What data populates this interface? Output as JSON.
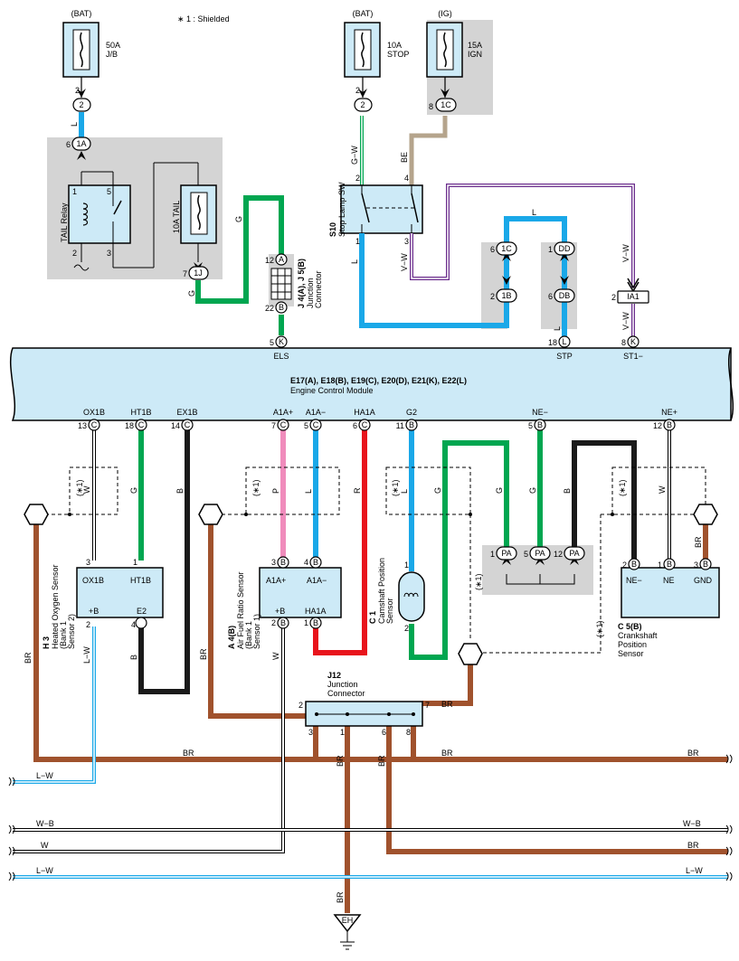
{
  "note": "∗ 1 : Shielded",
  "fuses": {
    "bat1": "(BAT)",
    "j50_1": "50A",
    "j50_2": "J/B",
    "bat2": "(BAT)",
    "stop_1": "10A",
    "stop_2": "STOP",
    "ig": "(IG)",
    "ign_1": "15A",
    "ign_2": "IGN"
  },
  "connectors": {
    "c2a": "2",
    "c2b": "2",
    "c1c": "1C",
    "c1a": "1A",
    "c1j": "1J",
    "c1c2": "1C",
    "c1b": "1B",
    "cdd": "DD",
    "cdb": "DB",
    "cia1": "IA1",
    "cA": "A",
    "cB": "B",
    "cK": "K",
    "cL": "L",
    "cK2": "K",
    "ecm_c1": "C",
    "ecm_c2": "C",
    "ecm_c3": "C",
    "ecm_c4": "C",
    "ecm_c5": "C",
    "ecm_c6": "C",
    "ecm_b1": "B",
    "ecm_b2": "B",
    "ecm_b3": "B",
    "pa1": "PA",
    "pa2": "PA",
    "pa3": "PA",
    "h3b": "B",
    "a4b1": "B",
    "a4b2": "B",
    "a4b3": "B",
    "c5b1": "B",
    "c5b2": "B",
    "c5b3": "B",
    "eh": "EH"
  },
  "tail": {
    "relay": "TAIL Relay",
    "fuse": "10A TAIL"
  },
  "stoplamp": {
    "code": "S10",
    "name": "Stop Lamp SW"
  },
  "junction_j4": {
    "code": "J 4(A), J 5(B)",
    "name1": "Junction",
    "name2": "Connector"
  },
  "ecm": {
    "line1": "E17(A), E18(B), E19(C), E20(D), E21(K), E22(L)",
    "line2": "Engine Control Module",
    "top_terms": [
      "ELS",
      "STP",
      "ST1−"
    ],
    "bottom_terms": [
      "OX1B",
      "HT1B",
      "EX1B",
      "A1A+",
      "A1A−",
      "HA1A",
      "G2",
      "NE−",
      "NE+"
    ]
  },
  "h3": {
    "code": "H 3",
    "l1": "Heated Oxygen Sensor",
    "l2": "(Bank 1",
    "l3": "Sensor 2)",
    "t1": "OX1B",
    "t2": "HT1B",
    "t3": "+B",
    "t4": "E2"
  },
  "a4": {
    "code": "A 4(B)",
    "l1": "Air Fuel Ratio Sensor",
    "l2": "(Bank 1",
    "l3": "Sensor 1)",
    "t1": "A1A+",
    "t2": "A1A−",
    "t3": "+B",
    "t4": "HA1A"
  },
  "c1": {
    "code": "C 1",
    "l1": "Camshaft Position",
    "l2": "Sensor"
  },
  "c5": {
    "code": "C 5(B)",
    "l1": "Crankshaft",
    "l2": "Position",
    "l3": "Sensor",
    "t1": "NE−",
    "t2": "NE",
    "t3": "GND"
  },
  "j12": {
    "code": "J12",
    "l1": "Junction",
    "l2": "Connector"
  },
  "shield": "(∗1)",
  "wire_colors": {
    "L": "L",
    "G": "G",
    "GW": "G−W",
    "BE": "BE",
    "VW": "V−W",
    "P": "P",
    "R": "R",
    "B": "B",
    "W": "W",
    "BR": "BR",
    "LW": "L−W",
    "WB": "W−B"
  },
  "pins": {
    "p1": "1",
    "p2": "2",
    "p3": "3",
    "p4": "4",
    "p5": "5",
    "p6": "6",
    "p7": "7",
    "p8": "8",
    "p11": "11",
    "p12": "12",
    "p13": "13",
    "p14": "14",
    "p18": "18",
    "p22": "22"
  },
  "colors": {
    "blue": "#1aa8e8",
    "green": "#00a650",
    "tan": "#b5a48c",
    "purple": "#6a2c8c",
    "pink": "#f08cbc",
    "red": "#e8141c",
    "black": "#1a1a1a",
    "brown": "#a0522d",
    "ltblue": "#cdeaf7",
    "grey": "#d2d2d2"
  }
}
